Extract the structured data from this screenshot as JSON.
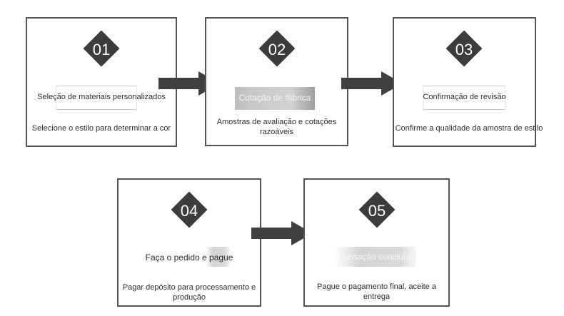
{
  "steps": [
    {
      "number": "01",
      "title": "Seleção de materiais personalizados",
      "description": "Selecione o estilo para determinar a cor"
    },
    {
      "number": "02",
      "title": "Cotação de fábrica",
      "description": "Amostras de avaliação e cotações razoáveis"
    },
    {
      "number": "03",
      "title": "Confirmação de revisão",
      "description": "Confirme a qualidade da amostra de estilo"
    },
    {
      "number": "04",
      "title": "Faça o pedido e pague",
      "description": "Pagar depósito para processamento e produção"
    },
    {
      "number": "05",
      "title": "Transação concluída",
      "description": "Pague o pagamento final, aceite a entrega"
    }
  ],
  "colors": {
    "diamond": "#3c3c3c",
    "arrow": "#3f3f3f",
    "border": "#555555"
  }
}
